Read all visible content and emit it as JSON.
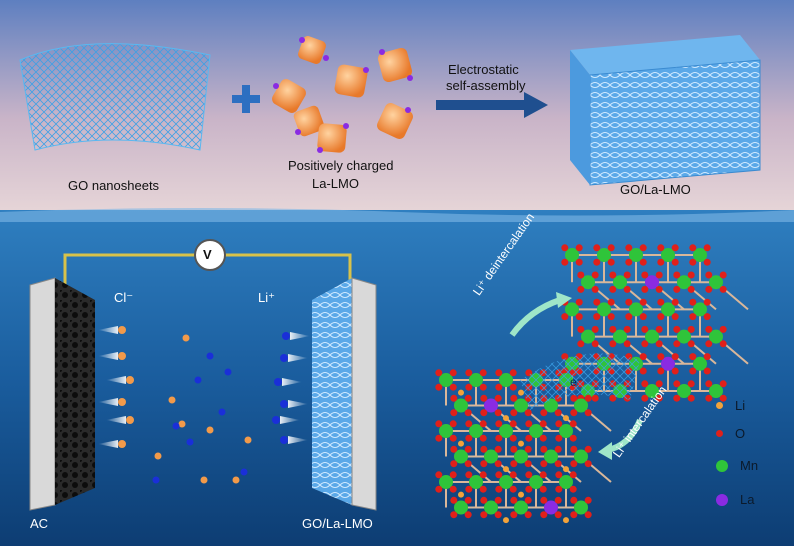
{
  "top": {
    "go_label": "GO nanosheets",
    "lmo_label_line1": "Positively charged",
    "lmo_label_line2": "La-LMO",
    "arrow_label_line1": "Electrostatic",
    "arrow_label_line2": "self-assembly",
    "composite_label": "GO/La-LMO",
    "plus_sign": "+"
  },
  "cell": {
    "voltmeter": "V",
    "anion": "Cl⁻",
    "cation": "Li⁺",
    "left_electrode": "AC",
    "right_electrode": "GO/La-LMO"
  },
  "crystal": {
    "deintercalation": "Li⁺ deintercalation",
    "intercalation": "Li⁺ intercalation",
    "electron": "e⁻"
  },
  "legend": [
    {
      "label": "Li",
      "color": "#f2a23a"
    },
    {
      "label": "O",
      "color": "#e0201a"
    },
    {
      "label": "Mn",
      "color": "#2fc43a"
    },
    {
      "label": "La",
      "color": "#8a2be2"
    }
  ],
  "colors": {
    "sky": "#6f8fc8",
    "water": "#1d5f9e",
    "arrow": "#1f4f8f",
    "plus": "#2d6fc1",
    "wire": "#d8c24a"
  }
}
